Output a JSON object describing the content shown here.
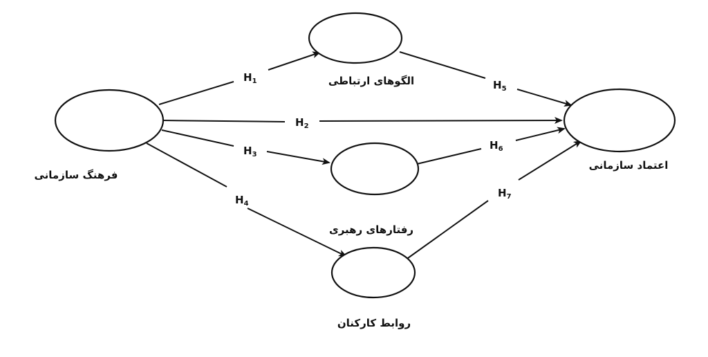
{
  "nodes": {
    "culture": {
      "label": "فرهنگ سازمانی"
    },
    "comm": {
      "label": "الگوهای ارتباطی"
    },
    "leader": {
      "label": "رفتارهای رهبری"
    },
    "employee": {
      "label": "روابط کارکنان"
    },
    "trust": {
      "label": "اعتماد سازمانی"
    }
  },
  "hypotheses": [
    {
      "letter": "H",
      "sub": "1"
    },
    {
      "letter": "H",
      "sub": "2"
    },
    {
      "letter": "H",
      "sub": "3"
    },
    {
      "letter": "H",
      "sub": "4"
    },
    {
      "letter": "H",
      "sub": "5"
    },
    {
      "letter": "H",
      "sub": "6"
    },
    {
      "letter": "H",
      "sub": "7"
    }
  ],
  "colors": {
    "stroke": "#111111",
    "background": "#ffffff"
  }
}
